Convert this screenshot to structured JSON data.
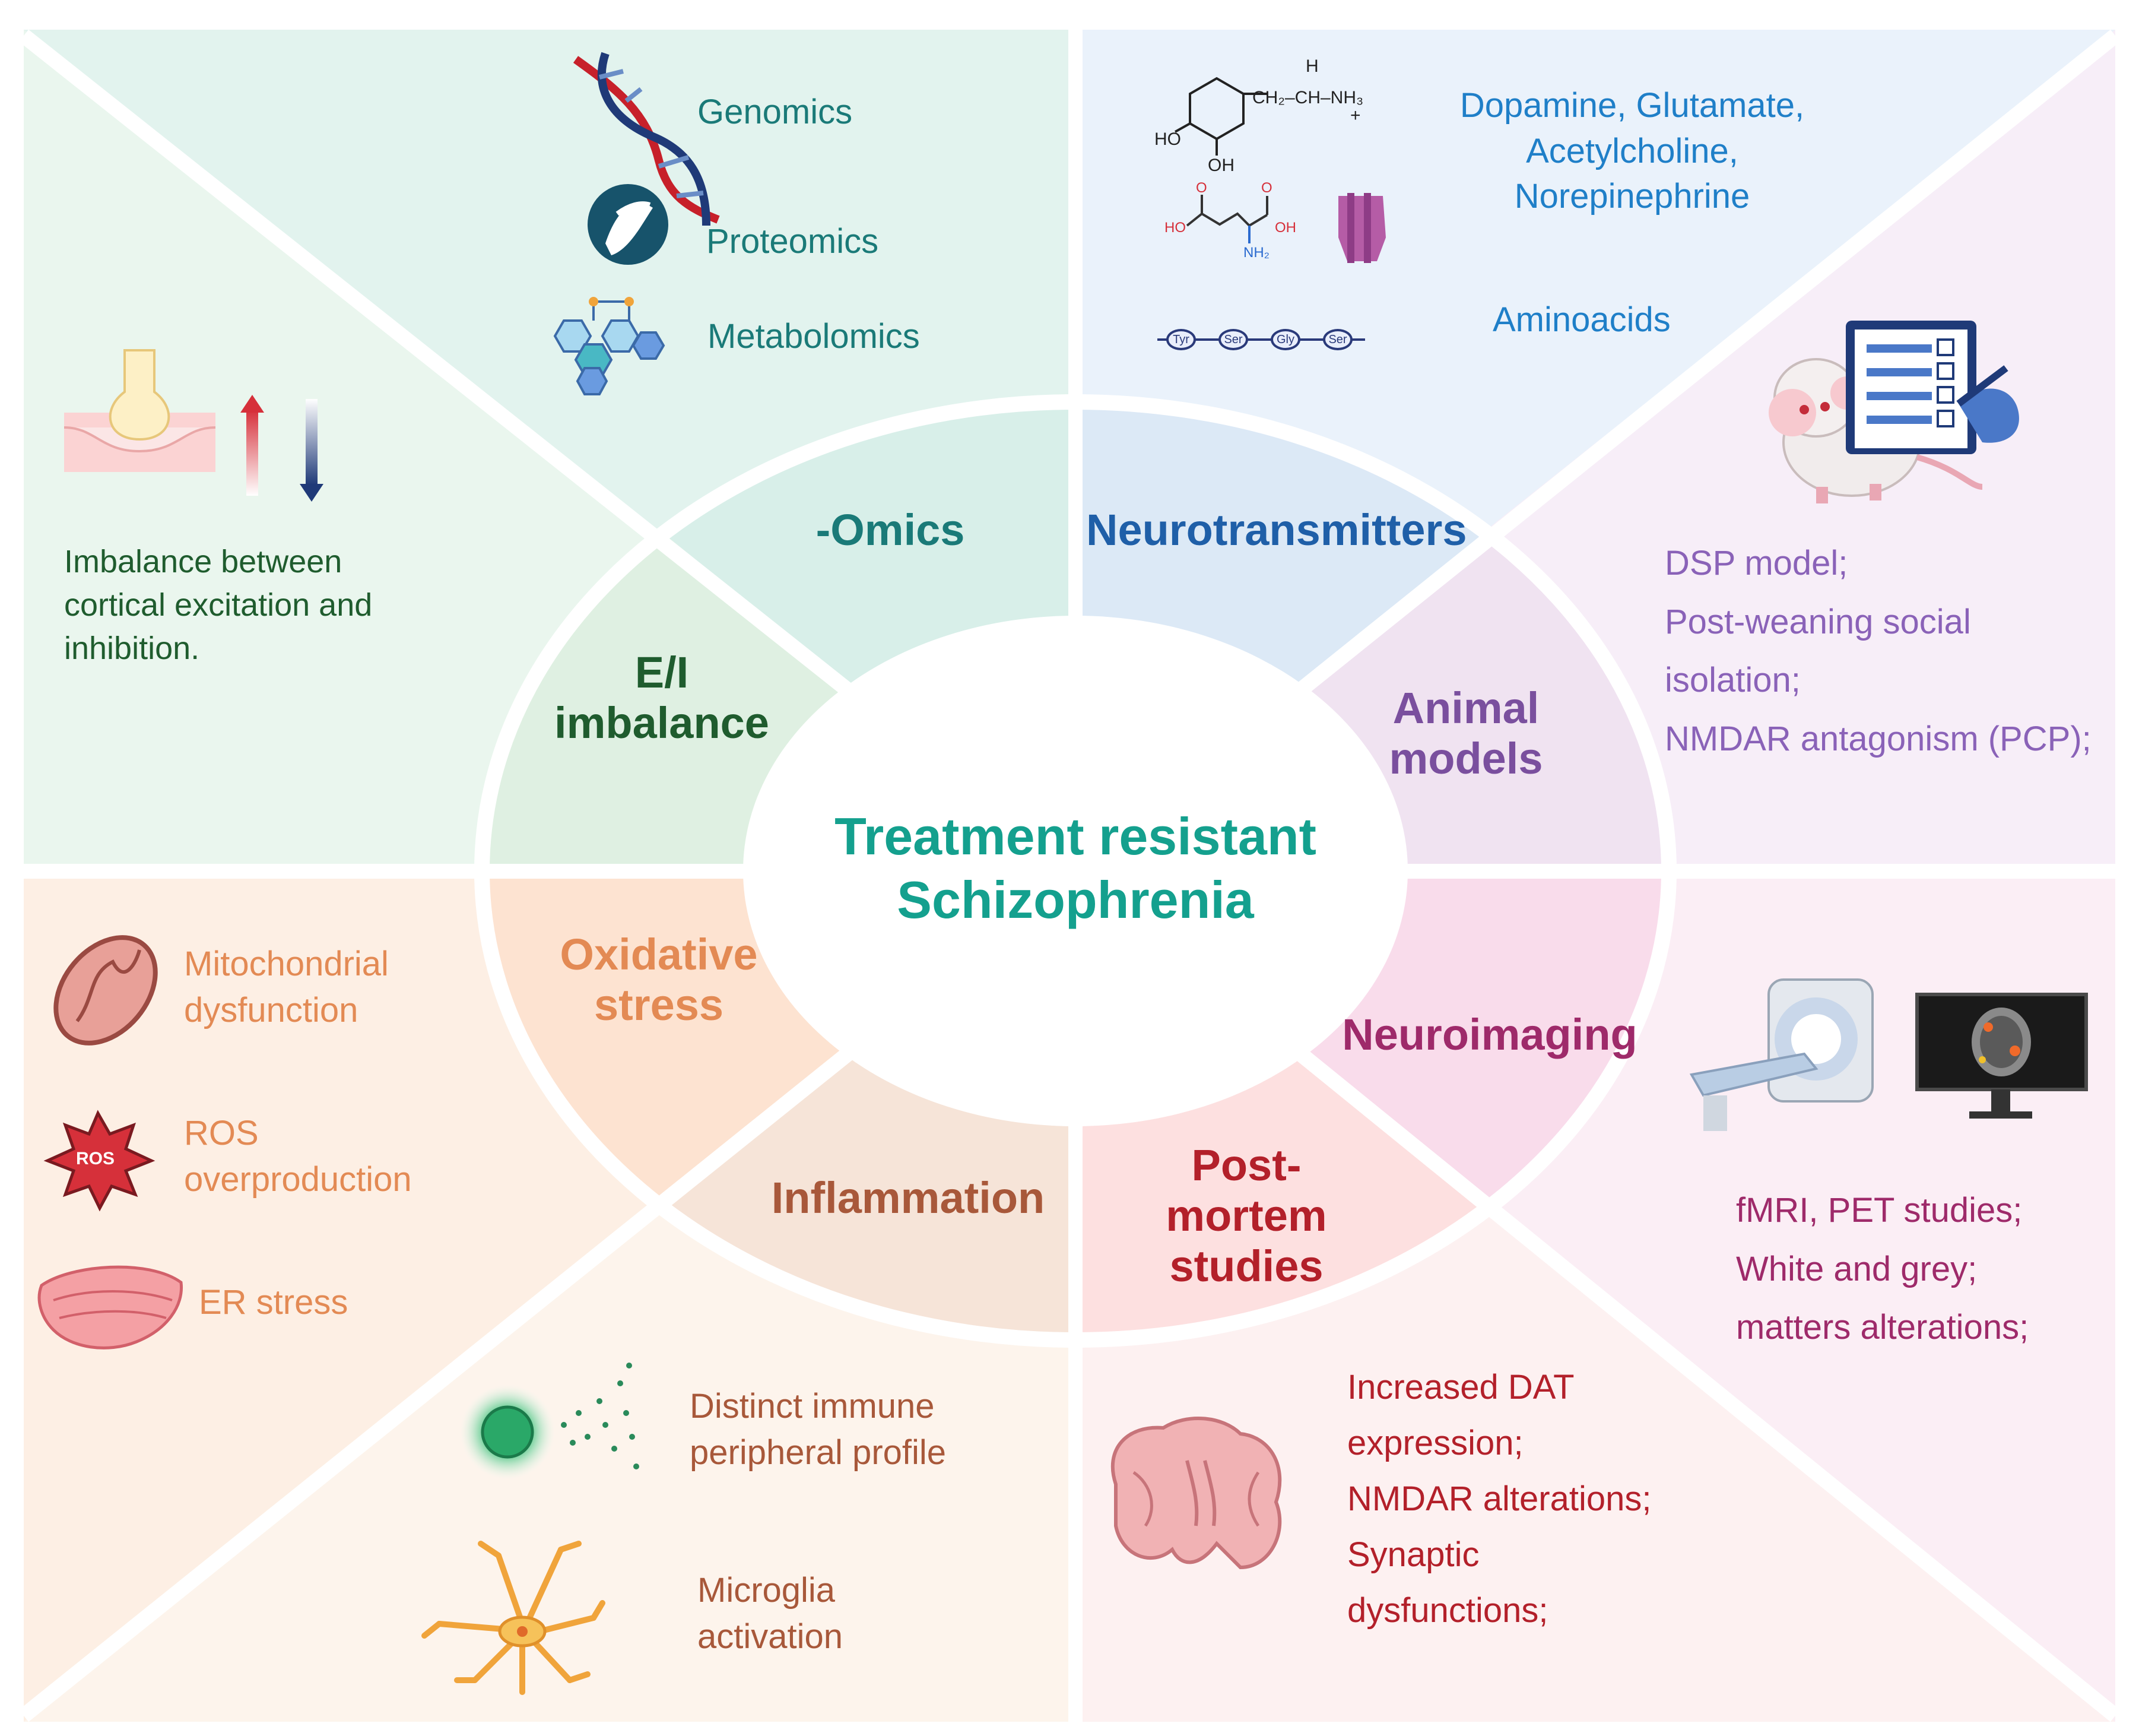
{
  "center_title": [
    "Treatment resistant",
    "Schizophrenia"
  ],
  "colors": {
    "omics": "#1a7a78",
    "neurotransmitters": "#1f5fa8",
    "animal_models": "#7a4f9e",
    "ei_imbalance": "#1f5c2e",
    "oxidative_stress": "#e38a54",
    "inflammation": "#a8583a",
    "neuroimaging": "#9e2a6a",
    "post_mortem": "#b3202a",
    "center": "#14a08e"
  },
  "sections": {
    "omics": {
      "label": "-Omics",
      "items": [
        "Genomics",
        "Proteomics",
        "Metabolomics"
      ],
      "icons": [
        "dna-icon",
        "protein-icon",
        "metabolite-icon"
      ]
    },
    "neurotransmitters": {
      "label": "Neurotransmitters",
      "items": [
        "Dopamine, Glutamate,",
        "Acetylcholine,",
        "Norepinephrine",
        "Aminoacids"
      ],
      "icons": [
        "dopamine-structure-icon",
        "glutamate-structure-icon",
        "receptor-channel-icon",
        "peptide-chain-icon"
      ],
      "chem_text": [
        "H",
        "CH₂–CH–NH₃",
        "+",
        "HO",
        "OH",
        "HO",
        "OH",
        "O",
        "O",
        "NH₂"
      ],
      "peptide": [
        "Tyr",
        "Ser",
        "Gly",
        "Ser"
      ]
    },
    "animal_models": {
      "label": [
        "Animal",
        "models"
      ],
      "items": [
        "DSP model;",
        "Post-weaning social",
        "isolation;",
        "NMDAR antagonism (PCP);"
      ],
      "icons": [
        "rat-icon",
        "clipboard-icon"
      ]
    },
    "ei_imbalance": {
      "label": [
        "E/I",
        "imbalance"
      ],
      "items": [
        "Imbalance between",
        "cortical excitation and",
        "inhibition."
      ],
      "icons": [
        "synapse-icon",
        "arrow-up-icon",
        "arrow-down-icon"
      ]
    },
    "oxidative_stress": {
      "label": [
        "Oxidative",
        "stress"
      ],
      "items": [
        "Mitochondrial",
        "dysfunction",
        "ROS",
        "overproduction",
        "ER stress"
      ],
      "ros_badge": "ROS",
      "icons": [
        "mitochondria-icon",
        "ros-burst-icon",
        "er-icon"
      ]
    },
    "inflammation": {
      "label": "Inflammation",
      "items": [
        "Distinct immune",
        "peripheral profile",
        "Microglia",
        "activation"
      ],
      "icons": [
        "immune-cell-icon",
        "microglia-icon"
      ]
    },
    "neuroimaging": {
      "label": "Neuroimaging",
      "items": [
        "fMRI, PET studies;",
        "White and grey;",
        "matters alterations;"
      ],
      "icons": [
        "mri-scanner-icon",
        "monitor-brain-icon"
      ]
    },
    "post_mortem": {
      "label": [
        "Post-",
        "mortem",
        "studies"
      ],
      "items": [
        "Increased DAT",
        "expression;",
        "NMDAR alterations;",
        "Synaptic",
        "dysfunctions;"
      ],
      "icons": [
        "brain-section-icon"
      ]
    }
  }
}
